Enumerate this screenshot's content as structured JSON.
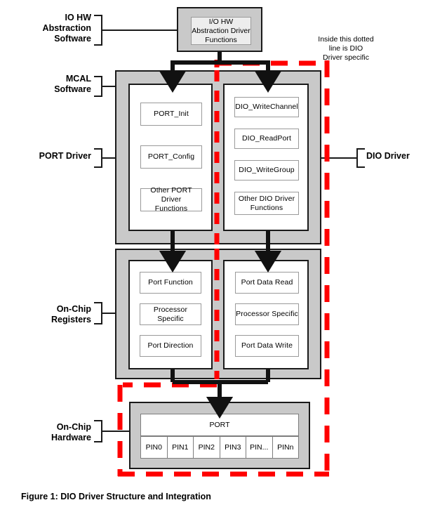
{
  "figure": {
    "caption": "Figure 1: DIO Driver Structure and Integration",
    "note": "Inside this dotted\nline is DIO\nDriver specific",
    "dotted_color": "#ff0000",
    "block_fill": "#c9c9c9",
    "outline_color": "#1a1a1a"
  },
  "side_labels": {
    "io_hw": "IO HW\nAbstraction\nSoftware",
    "mcal": "MCAL\nSoftware",
    "port_driver": "PORT Driver",
    "on_chip_registers": "On-Chip\nRegisters",
    "on_chip_hardware": "On-Chip\nHardware",
    "dio_driver": "DIO Driver"
  },
  "layers": {
    "abstraction": {
      "title": "I/O HW Abstraction\nDriver Functions"
    },
    "mcal": {
      "port_column": {
        "items": [
          "PORT_Init",
          "PORT_Config",
          "Other PORT Driver\nFunctions"
        ]
      },
      "dio_column": {
        "items": [
          "DIO_WriteChannel",
          "DIO_ReadPort",
          "DIO_WriteGroup",
          "Other  DIO Driver\nFunctions"
        ]
      }
    },
    "registers": {
      "port_column": {
        "items": [
          "Port Function",
          "Processor Specific",
          "Port Direction"
        ]
      },
      "dio_column": {
        "items": [
          "Port Data Read",
          "Processor Specific",
          "Port Data Write"
        ]
      }
    },
    "hardware": {
      "port_label": "PORT",
      "pins": [
        "PIN0",
        "PIN1",
        "PIN2",
        "PIN3",
        "PIN...",
        "PINn"
      ]
    }
  }
}
